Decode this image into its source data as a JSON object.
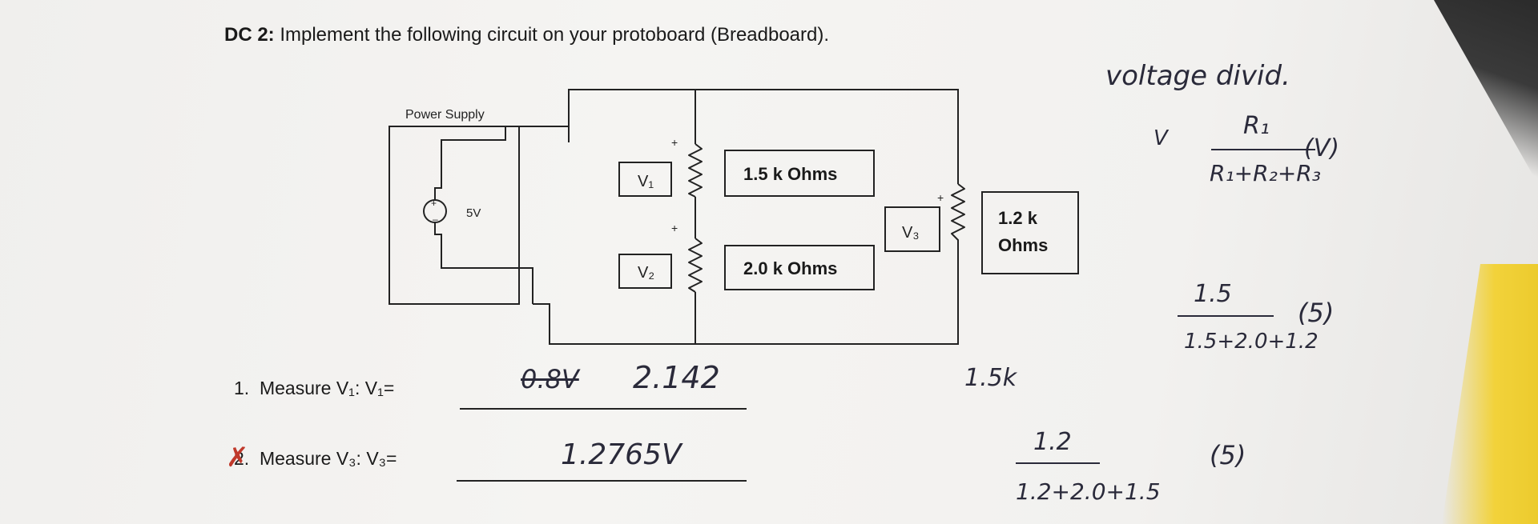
{
  "title": {
    "prefix": "DC 2:",
    "text": "Implement the following circuit on your protoboard (Breadboard)."
  },
  "circuit": {
    "power_supply_label": "Power Supply",
    "source_value": "5V",
    "v1_label": "V₁",
    "v2_label": "V₂",
    "v3_label": "V₃",
    "r1_label": "1.5 k Ohms",
    "r2_label": "2.0 k Ohms",
    "r3_label_line1": "1.2 k",
    "r3_label_line2": "Ohms",
    "plus": "+"
  },
  "questions": [
    {
      "number": "1.",
      "text": "Measure V₁:  V₁=",
      "answer_struck": "0.8V",
      "answer": "2.142"
    },
    {
      "number": "2.",
      "text": "Measure V₃:  V₃=",
      "answer": "1.2765V"
    }
  ],
  "handwritten_notes": {
    "heading": "voltage divid.",
    "formula_left": "V",
    "formula_num": "R₁",
    "formula_den": "R₁+R₂+R₃",
    "formula_unit": "(V)",
    "calc1_num": "1.5",
    "calc1_den": "1.5+2.0+1.2",
    "calc1_unit": "(5)",
    "note_mid": "1.5k",
    "calc2_num": "1.2",
    "calc2_den": "1.2+2.0+1.5",
    "calc2_unit": "(5)"
  }
}
